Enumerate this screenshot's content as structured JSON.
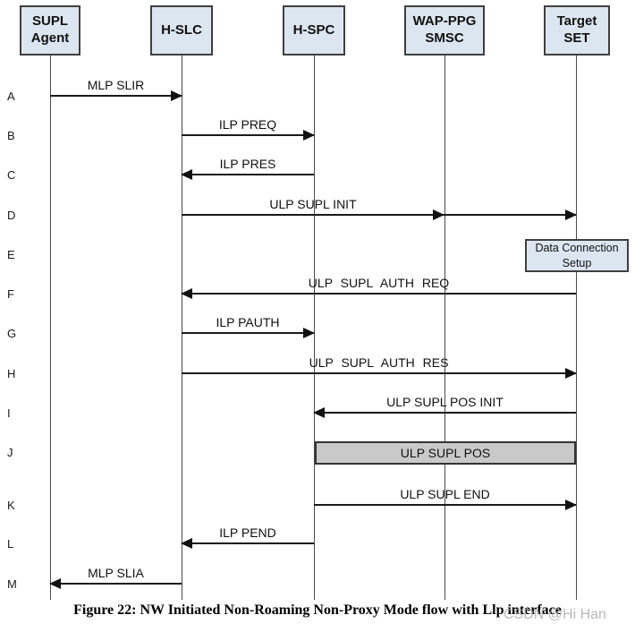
{
  "diagram": {
    "actors": [
      {
        "label": "SUPL\nAgent"
      },
      {
        "label": "H-SLC"
      },
      {
        "label": "H-SPC"
      },
      {
        "label": "WAP-PPG\nSMSC"
      },
      {
        "label": "Target\nSET"
      }
    ],
    "messages": [
      {
        "row": "A",
        "label": "MLP SLIR",
        "type": "arrow",
        "from": "SUPL Agent",
        "to": "H-SLC"
      },
      {
        "row": "B",
        "label": "ILP PREQ",
        "type": "arrow",
        "from": "H-SLC",
        "to": "H-SPC"
      },
      {
        "row": "C",
        "label": "ILP PRES",
        "type": "arrow",
        "from": "H-SPC",
        "to": "H-SLC"
      },
      {
        "row": "D",
        "label": "ULP SUPL INIT",
        "type": "arrow",
        "from": "H-SLC",
        "to": "Target SET",
        "via": "WAP-PPG SMSC"
      },
      {
        "row": "E",
        "label": "Data Connection\nSetup",
        "type": "note-box",
        "at": "Target SET"
      },
      {
        "row": "F",
        "label": "ULP SUPL AUTH REQ",
        "type": "arrow",
        "from": "Target SET",
        "to": "H-SLC"
      },
      {
        "row": "G",
        "label": "ILP PAUTH",
        "type": "arrow",
        "from": "H-SLC",
        "to": "H-SPC"
      },
      {
        "row": "H",
        "label": "ULP SUPL AUTH RES",
        "type": "arrow",
        "from": "H-SLC",
        "to": "Target SET"
      },
      {
        "row": "I",
        "label": "ULP SUPL POS INIT",
        "type": "arrow",
        "from": "Target SET",
        "to": "H-SPC"
      },
      {
        "row": "J",
        "label": "ULP SUPL POS",
        "type": "span-box",
        "from": "H-SPC",
        "to": "Target SET"
      },
      {
        "row": "K",
        "label": "ULP SUPL END",
        "type": "arrow",
        "from": "H-SPC",
        "to": "Target SET"
      },
      {
        "row": "L",
        "label": "ILP PEND",
        "type": "arrow",
        "from": "H-SPC",
        "to": "H-SLC"
      },
      {
        "row": "M",
        "label": "MLP SLIA",
        "type": "arrow",
        "from": "H-SLC",
        "to": "SUPL Agent"
      }
    ],
    "caption": "Figure 22: NW Initiated Non-Roaming Non-Proxy Mode flow with Llp interface",
    "watermark": "CSDN @Hi Han"
  },
  "colors": {
    "actor_fill": "#dce6f1",
    "actor_border": "#3f3f3f",
    "gray_box_fill": "#c9c9c9",
    "arrow_line": "#1a1a1a",
    "watermark_gray": "#a8a8a8"
  }
}
